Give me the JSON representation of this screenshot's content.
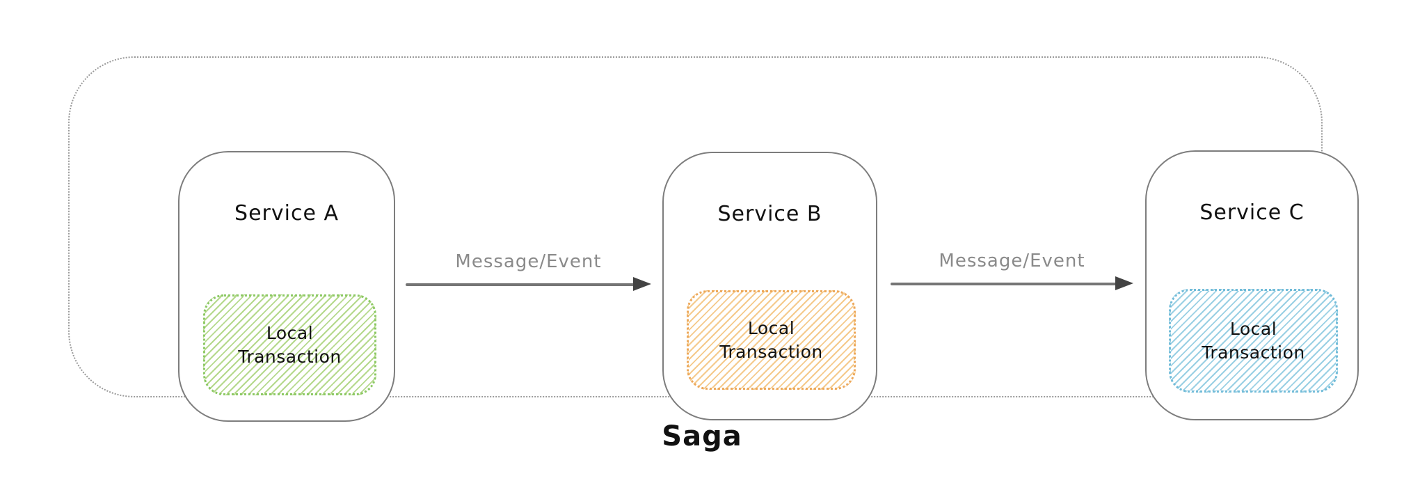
{
  "diagram": {
    "caption": "Saga",
    "services": [
      {
        "name": "Service A",
        "transaction_label": "Local\nTransaction",
        "hatch_color": "#b5d98c",
        "hatch_border_color": "#8cc964"
      },
      {
        "name": "Service B",
        "transaction_label": "Local\nTransaction",
        "hatch_color": "#f5ca8c",
        "hatch_border_color": "#eda85a"
      },
      {
        "name": "Service C",
        "transaction_label": "Local\nTransaction",
        "hatch_color": "#9ad0e4",
        "hatch_border_color": "#72bcd9"
      }
    ],
    "arrows": [
      {
        "label": "Message/Event"
      },
      {
        "label": "Message/Event"
      }
    ],
    "colors": {
      "container_border": "#999999",
      "service_box_border": "#7d7d7d",
      "arrow_line": "#757575",
      "arrow_head": "#434343",
      "title_text": "#111111",
      "arrow_label_text": "#8a8a8a"
    }
  }
}
